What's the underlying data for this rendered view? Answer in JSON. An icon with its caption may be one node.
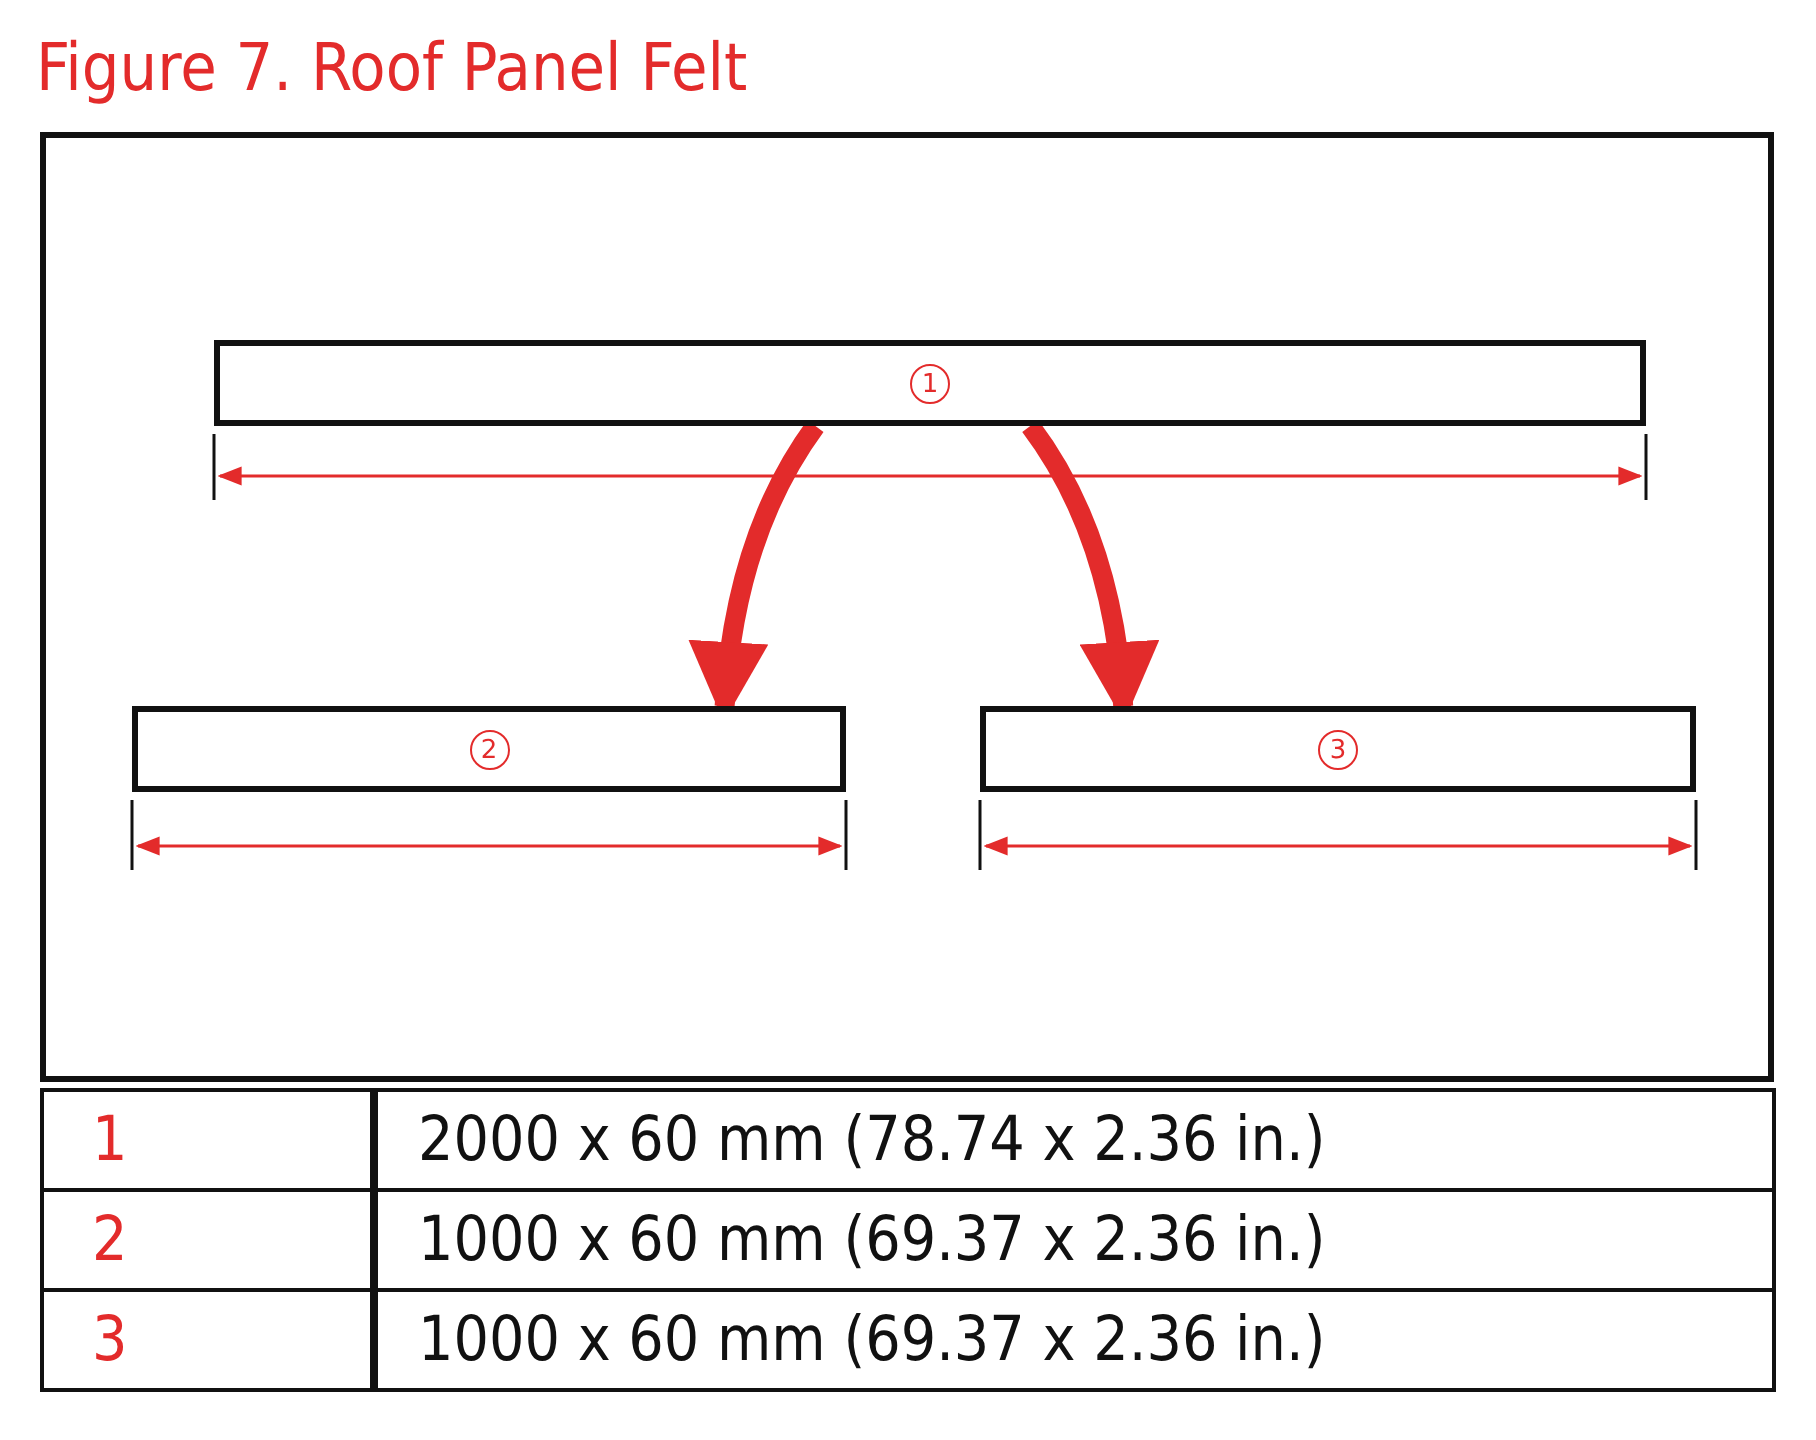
{
  "diagram": {
    "title": "Figure 7. Roof Panel Felt",
    "nodes": [
      {
        "text": [
          "1"
        ]
      },
      {
        "text": [
          "2"
        ]
      },
      {
        "text": [
          "3"
        ]
      }
    ],
    "edges": [
      {
        "from": 0,
        "to": 1,
        "arrow": "to"
      },
      {
        "from": 0,
        "to": 2,
        "arrow": "to"
      }
    ],
    "labels": [
      "1",
      "2000 x 60 mm (78.74 x 2.36 in.)",
      "2",
      "1000 x 60 mm (69.37 x 2.36 in.)",
      "3",
      "1000 x 60 mm (69.37 x 2.36 in.)"
    ]
  }
}
